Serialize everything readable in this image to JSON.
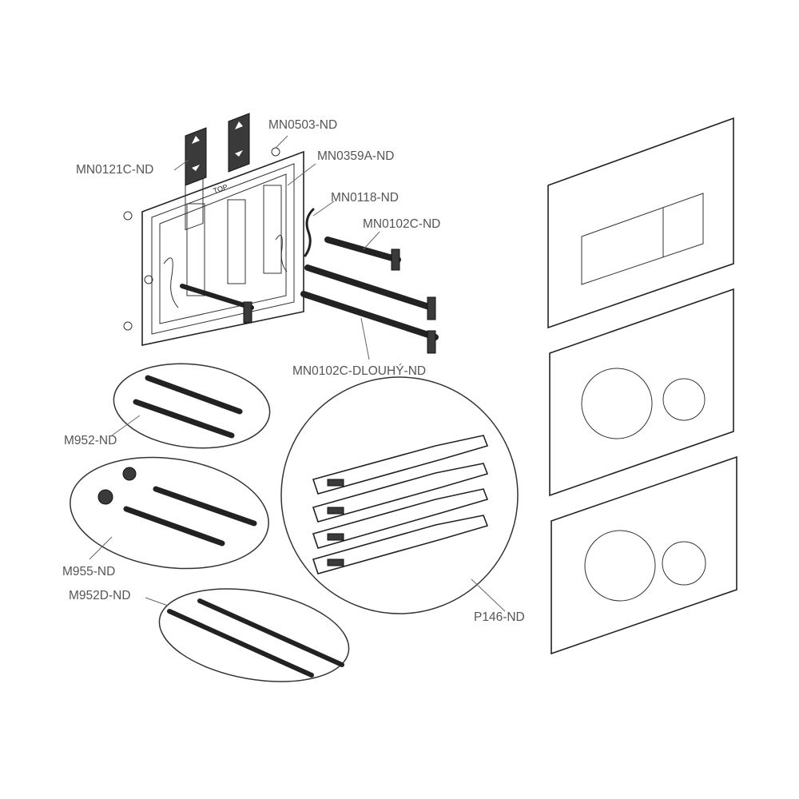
{
  "labels": {
    "mn0121c": "MN0121C-ND",
    "mn0503": "MN0503-ND",
    "mn0359a": "MN0359A-ND",
    "mn0118": "MN0118-ND",
    "mn0102c": "MN0102C-ND",
    "mn0102c_long": "MN0102C-DLOUHÝ-ND",
    "m952": "M952-ND",
    "m955": "M955-ND",
    "m952d": "M952D-ND",
    "p146": "P146-ND"
  },
  "frame_text": "TOP",
  "colors": {
    "line": "#222222",
    "part": "#3a3a3a",
    "label": "#555555"
  }
}
